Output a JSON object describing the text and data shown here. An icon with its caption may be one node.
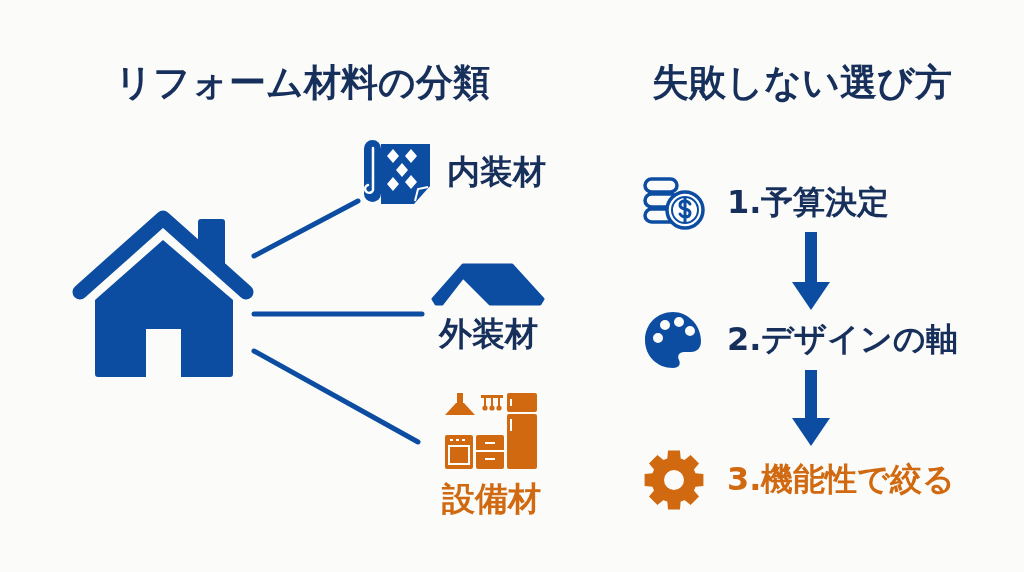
{
  "diagram": {
    "nodes": [
      {
        "text": [],
        "shape": "picture"
      },
      {
        "text": [
          "内装材"
        ]
      },
      {
        "text": [
          "外装材"
        ]
      },
      {
        "text": [
          "設備材"
        ]
      },
      {
        "text": [
          "1.予算決定"
        ]
      },
      {
        "text": [
          "2.デザインの軸"
        ]
      },
      {
        "text": [
          "3.機能性で絞る"
        ]
      }
    ],
    "edges": [
      {
        "from": 0,
        "to": 1,
        "arrow": "none"
      },
      {
        "from": 0,
        "to": 2,
        "arrow": "none"
      },
      {
        "from": 0,
        "to": 3,
        "arrow": "none"
      },
      {
        "from": 4,
        "to": 5,
        "arrow": "to",
        "style": "thick"
      },
      {
        "from": 5,
        "to": 6,
        "arrow": "to",
        "style": "thick"
      }
    ],
    "labels": [
      "リフォーム材料の分類",
      "失敗しない選び方"
    ]
  }
}
